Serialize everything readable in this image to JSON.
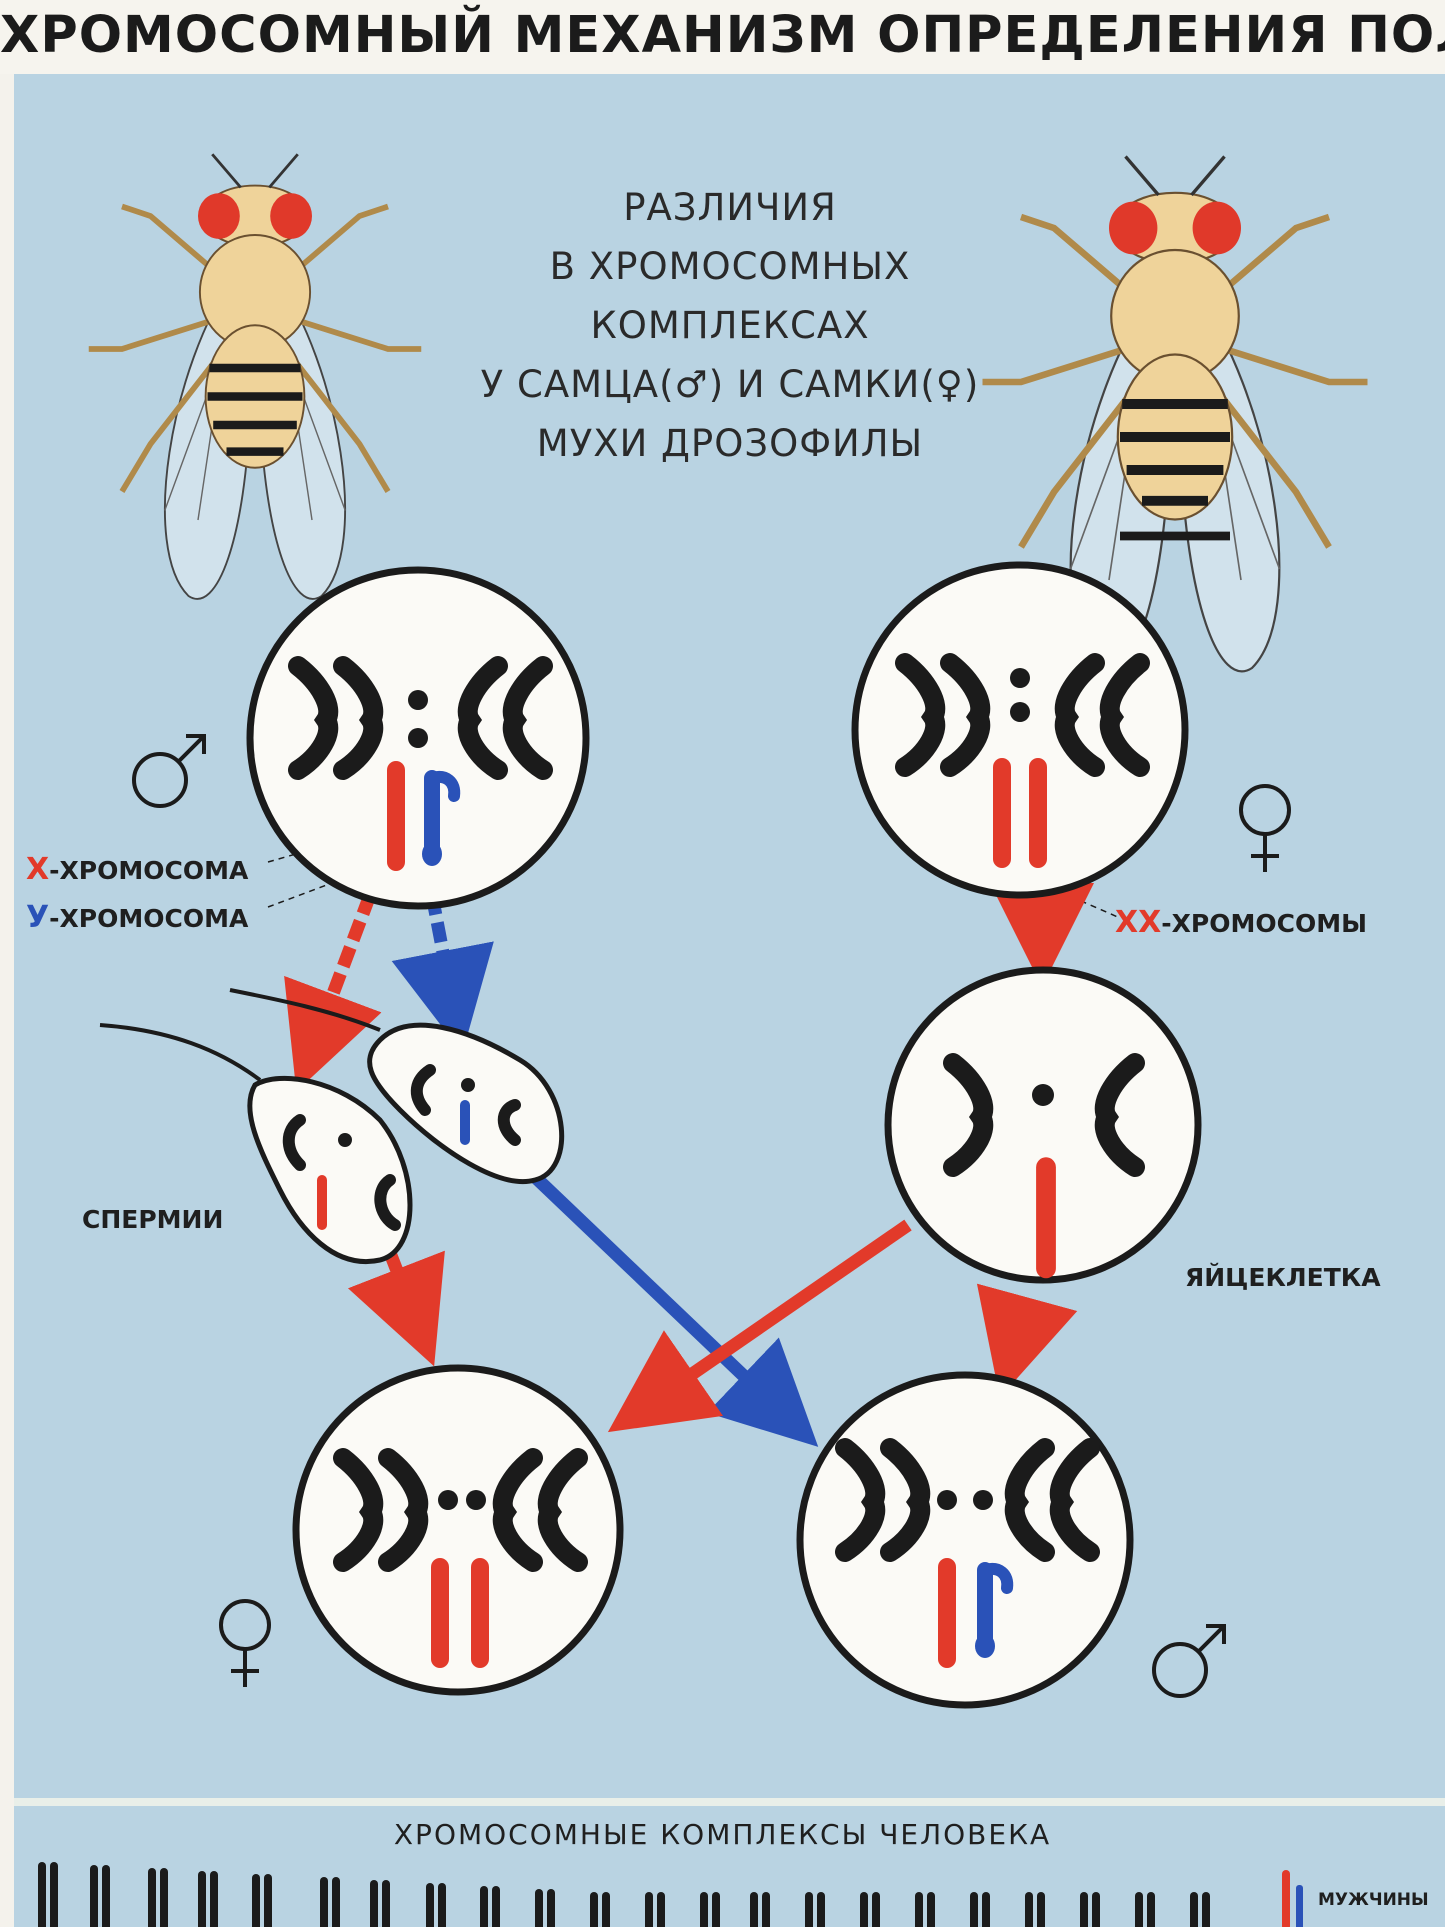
{
  "title": "ХРОМОСОМНЫЙ МЕХАНИЗМ ОПРЕДЕЛЕНИЯ ПОЛА",
  "subtitle_lines": [
    "РАЗЛИЧИЯ",
    "В ХРОМОСОМНЫХ",
    "КОМПЛЕКСАХ",
    "У САМЦА(♂) И САМКИ(♀)",
    "МУХИ ДРОЗОФИЛЫ"
  ],
  "labels": {
    "x_letter": "Х",
    "x_rest": "-ХРОМОСОМА",
    "y_letter": "У",
    "y_rest": "-ХРОМОСОМА",
    "xx_letters": "ХХ",
    "xx_rest": "-ХРОМОСОМЫ",
    "sperm": "СПЕРМИИ",
    "egg": "ЯЙЦЕКЛЕТКА",
    "human_title": "ХРОМОСОМНЫЕ КОМПЛЕКСЫ ЧЕЛОВЕКА",
    "human_male": "МУЖЧИНЫ"
  },
  "symbols": {
    "male": "male-symbol",
    "female": "female-symbol"
  },
  "colors": {
    "background": "#b9d3e2",
    "x_chromosome": "#e23a2a",
    "y_chromosome": "#2a52b8",
    "autosome": "#1b1b1b",
    "fly_body": "#efd39a",
    "fly_eye": "#e0392a"
  }
}
